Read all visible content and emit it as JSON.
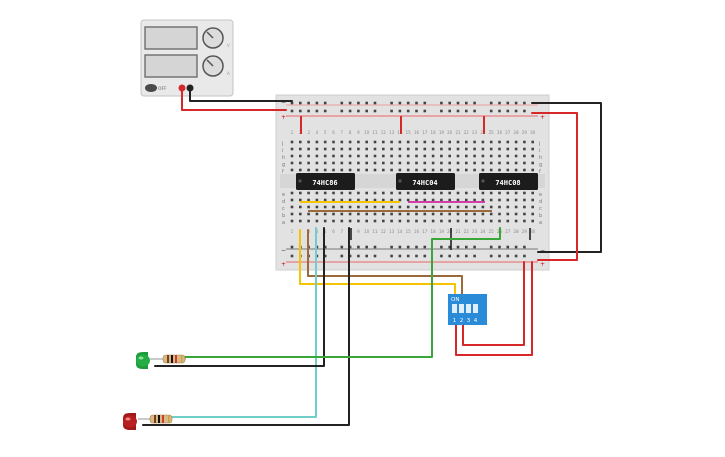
{
  "power_supply": {
    "off_label": "OFF",
    "knob_tick_labels": [
      "V",
      "A"
    ]
  },
  "breadboard": {
    "rail_plus": "+",
    "rail_minus": "−",
    "row_letters_top": [
      "j",
      "i",
      "h",
      "g",
      "f"
    ],
    "row_letters_bottom": [
      "e",
      "d",
      "c",
      "b",
      "a"
    ],
    "column_count": 30
  },
  "chips": [
    {
      "label": "74HC86"
    },
    {
      "label": "74HC04"
    },
    {
      "label": "74HC08"
    }
  ],
  "dip_switch": {
    "on_label": "ON",
    "positions": [
      "1",
      "2",
      "3",
      "4"
    ]
  },
  "leds": [
    {
      "color": "green"
    },
    {
      "color": "red"
    }
  ],
  "colors": {
    "wire_red": "#d62828",
    "wire_black": "#222222",
    "wire_yellow": "#f5c400",
    "wire_cyan": "#6fcfc8",
    "wire_green": "#3aa63a",
    "wire_brown": "#9a6a3a",
    "wire_magenta": "#d43ca8",
    "dip_blue": "#2a8bd8",
    "chip_black": "#1c1c1c"
  }
}
